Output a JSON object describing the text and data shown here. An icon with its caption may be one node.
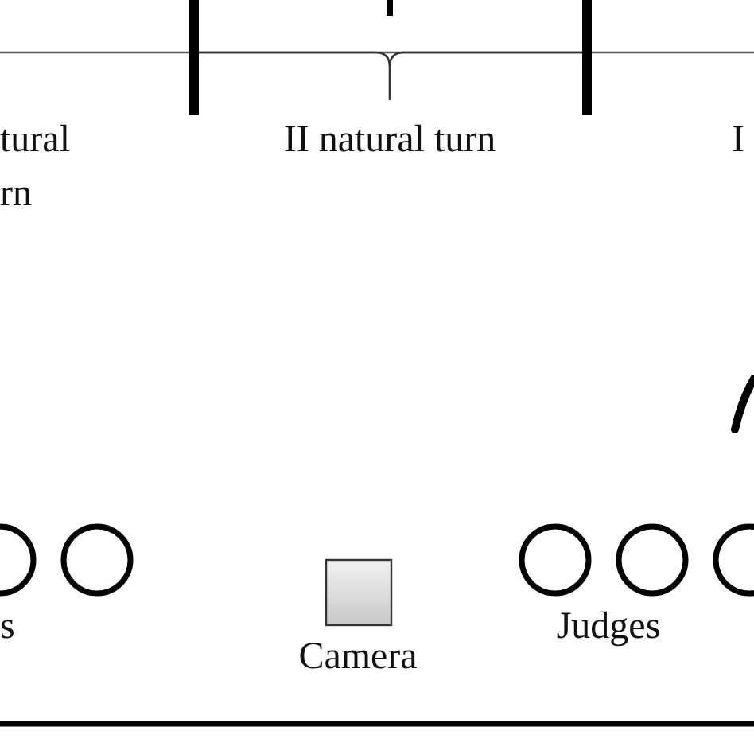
{
  "diagram": {
    "labels": [
      "tural rn",
      "II natural turn",
      "I",
      "s",
      "Camera",
      "Judges"
    ]
  }
}
